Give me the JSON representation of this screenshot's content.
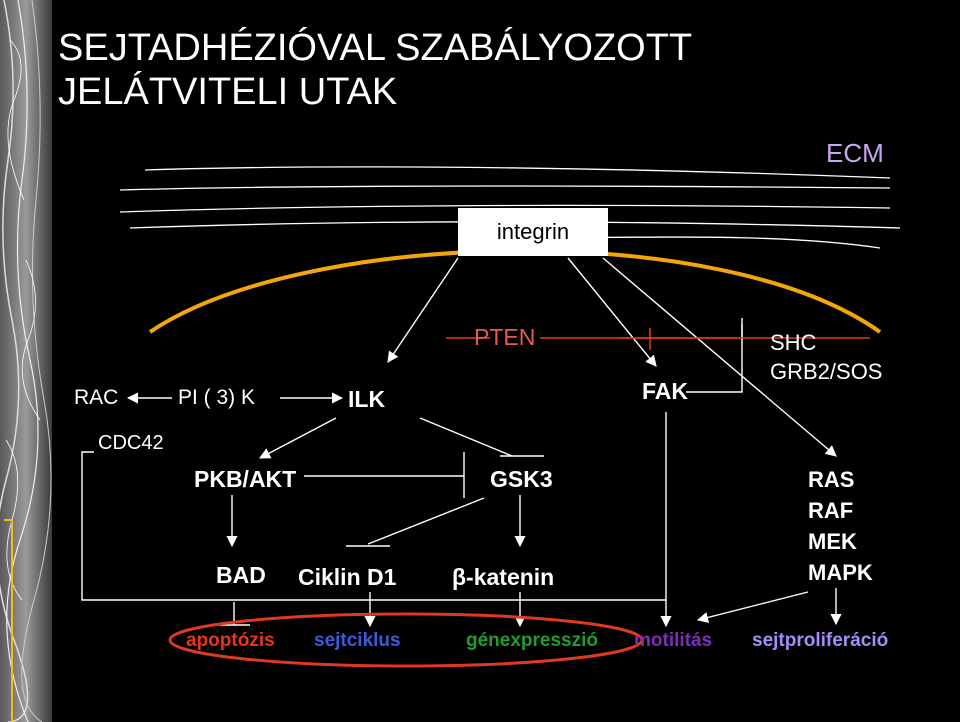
{
  "title": {
    "line1": "SEJTADHÉZIÓVAL SZABÁLYOZOTT",
    "line2": "JELÁTVITELI UTAK"
  },
  "ecm": "ECM",
  "integrin": "integrin",
  "nodes": {
    "pten": "PTEN",
    "rac": "RAC",
    "pi3k": "PI ( 3) K",
    "ilk": "ILK",
    "fak": "FAK",
    "shc": "SHC",
    "grb2": "GRB2/SOS",
    "cdc42": "CDC42",
    "pkb": "PKB/AKT",
    "gsk3": "GSK3",
    "bad": "BAD",
    "ciklin": "Ciklin D1",
    "katenin": "β-katenin",
    "mapk_cascade": [
      "RAS",
      "RAF",
      "MEK",
      "MAPK"
    ]
  },
  "outcomes": [
    {
      "label": "apoptózis",
      "color": "#e8351a"
    },
    {
      "label": "sejtciklus",
      "color": "#3b5bdb"
    },
    {
      "label": "génexpresszió",
      "color": "#1f9d33"
    },
    {
      "label": "motilitás",
      "color": "#7c2fb5"
    },
    {
      "label": "sejtproliferáció",
      "color": "#a78bfa"
    }
  ],
  "colors": {
    "membrane": "#f2a60a",
    "oval": "#e03a1e",
    "pten": "#e03a1e",
    "lines": "#ffffff"
  }
}
